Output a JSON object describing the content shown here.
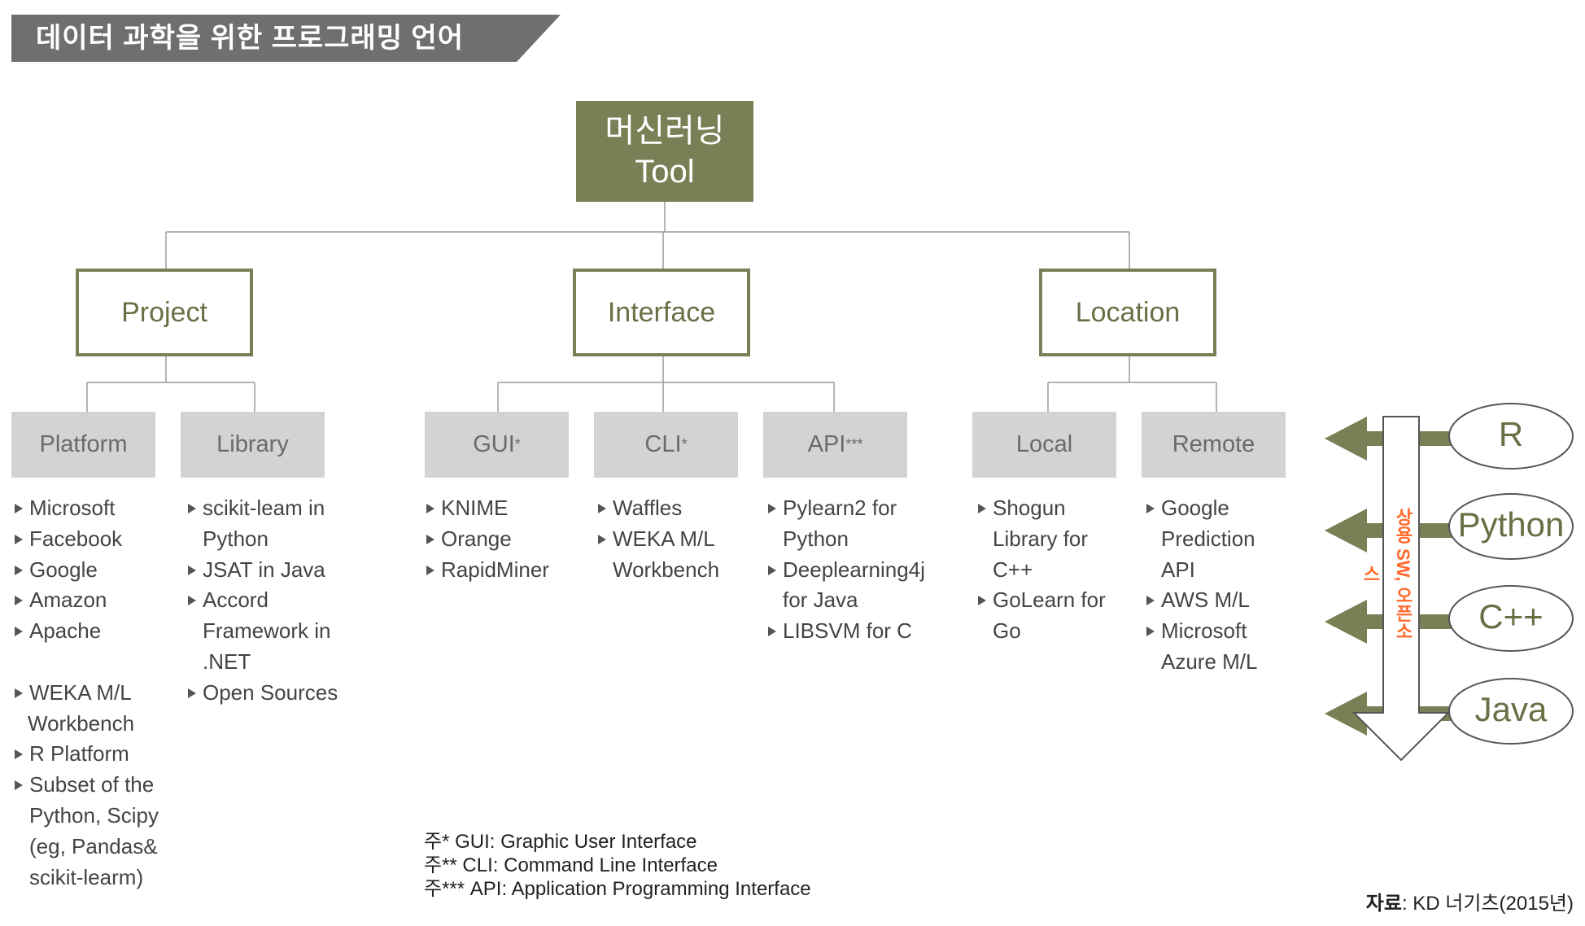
{
  "header": {
    "title": "데이터 과학을 위한 프로그래밍 언어"
  },
  "root": {
    "line1": "머신러닝",
    "line2": "Tool"
  },
  "categories": {
    "project": "Project",
    "interface": "Interface",
    "location": "Location"
  },
  "subcategories": {
    "platform": "Platform",
    "library": "Library",
    "gui": "GUI",
    "gui_mark": "*",
    "cli": "CLI",
    "cli_mark": "*",
    "api": "API",
    "api_mark": "***",
    "local": "Local",
    "remote": "Remote"
  },
  "lists": {
    "platform": [
      "Microsoft",
      "Facebook",
      "Google",
      "Amazon",
      "Apache"
    ],
    "platform_b": [
      "WEKA M/L",
      "Workbench",
      "R Platform",
      "Subset of the",
      "Python, Scipy",
      "(eg, Pandas&",
      "scikit-learm)"
    ],
    "library": [
      "scikit-leam in",
      "Python",
      "JSAT in Java",
      "Accord",
      "Framework in",
      ".NET",
      "Open Sources"
    ],
    "gui": [
      "KNIME",
      "Orange",
      "RapidMiner"
    ],
    "cli": [
      "Waffles",
      "WEKA M/L",
      "Workbench"
    ],
    "api": [
      "Pylearn2 for",
      "Python",
      "Deeplearning4j",
      "for Java",
      "LIBSVM for C"
    ],
    "local": [
      "Shogun",
      "Library for",
      "C++",
      "GoLearn for",
      "Go"
    ],
    "remote": [
      "Google",
      "Prediction",
      "API",
      "AWS M/L",
      "Microsoft",
      "Azure M/L"
    ]
  },
  "languages": [
    "R",
    "Python",
    "C++",
    "Java"
  ],
  "side_label": "상용 SW, 오픈소스",
  "notes": [
    "주* GUI: Graphic User Interface",
    "주** CLI: Command Line Interface",
    "주*** API: Application Programming Interface"
  ],
  "source": {
    "label": "자료",
    "text": ": KD 너기츠(2015년)"
  },
  "colors": {
    "olive": "#7a7f55",
    "grey_box": "#d2d3d5",
    "banner": "#6f6f6f",
    "accent": "#ff6a2c"
  }
}
